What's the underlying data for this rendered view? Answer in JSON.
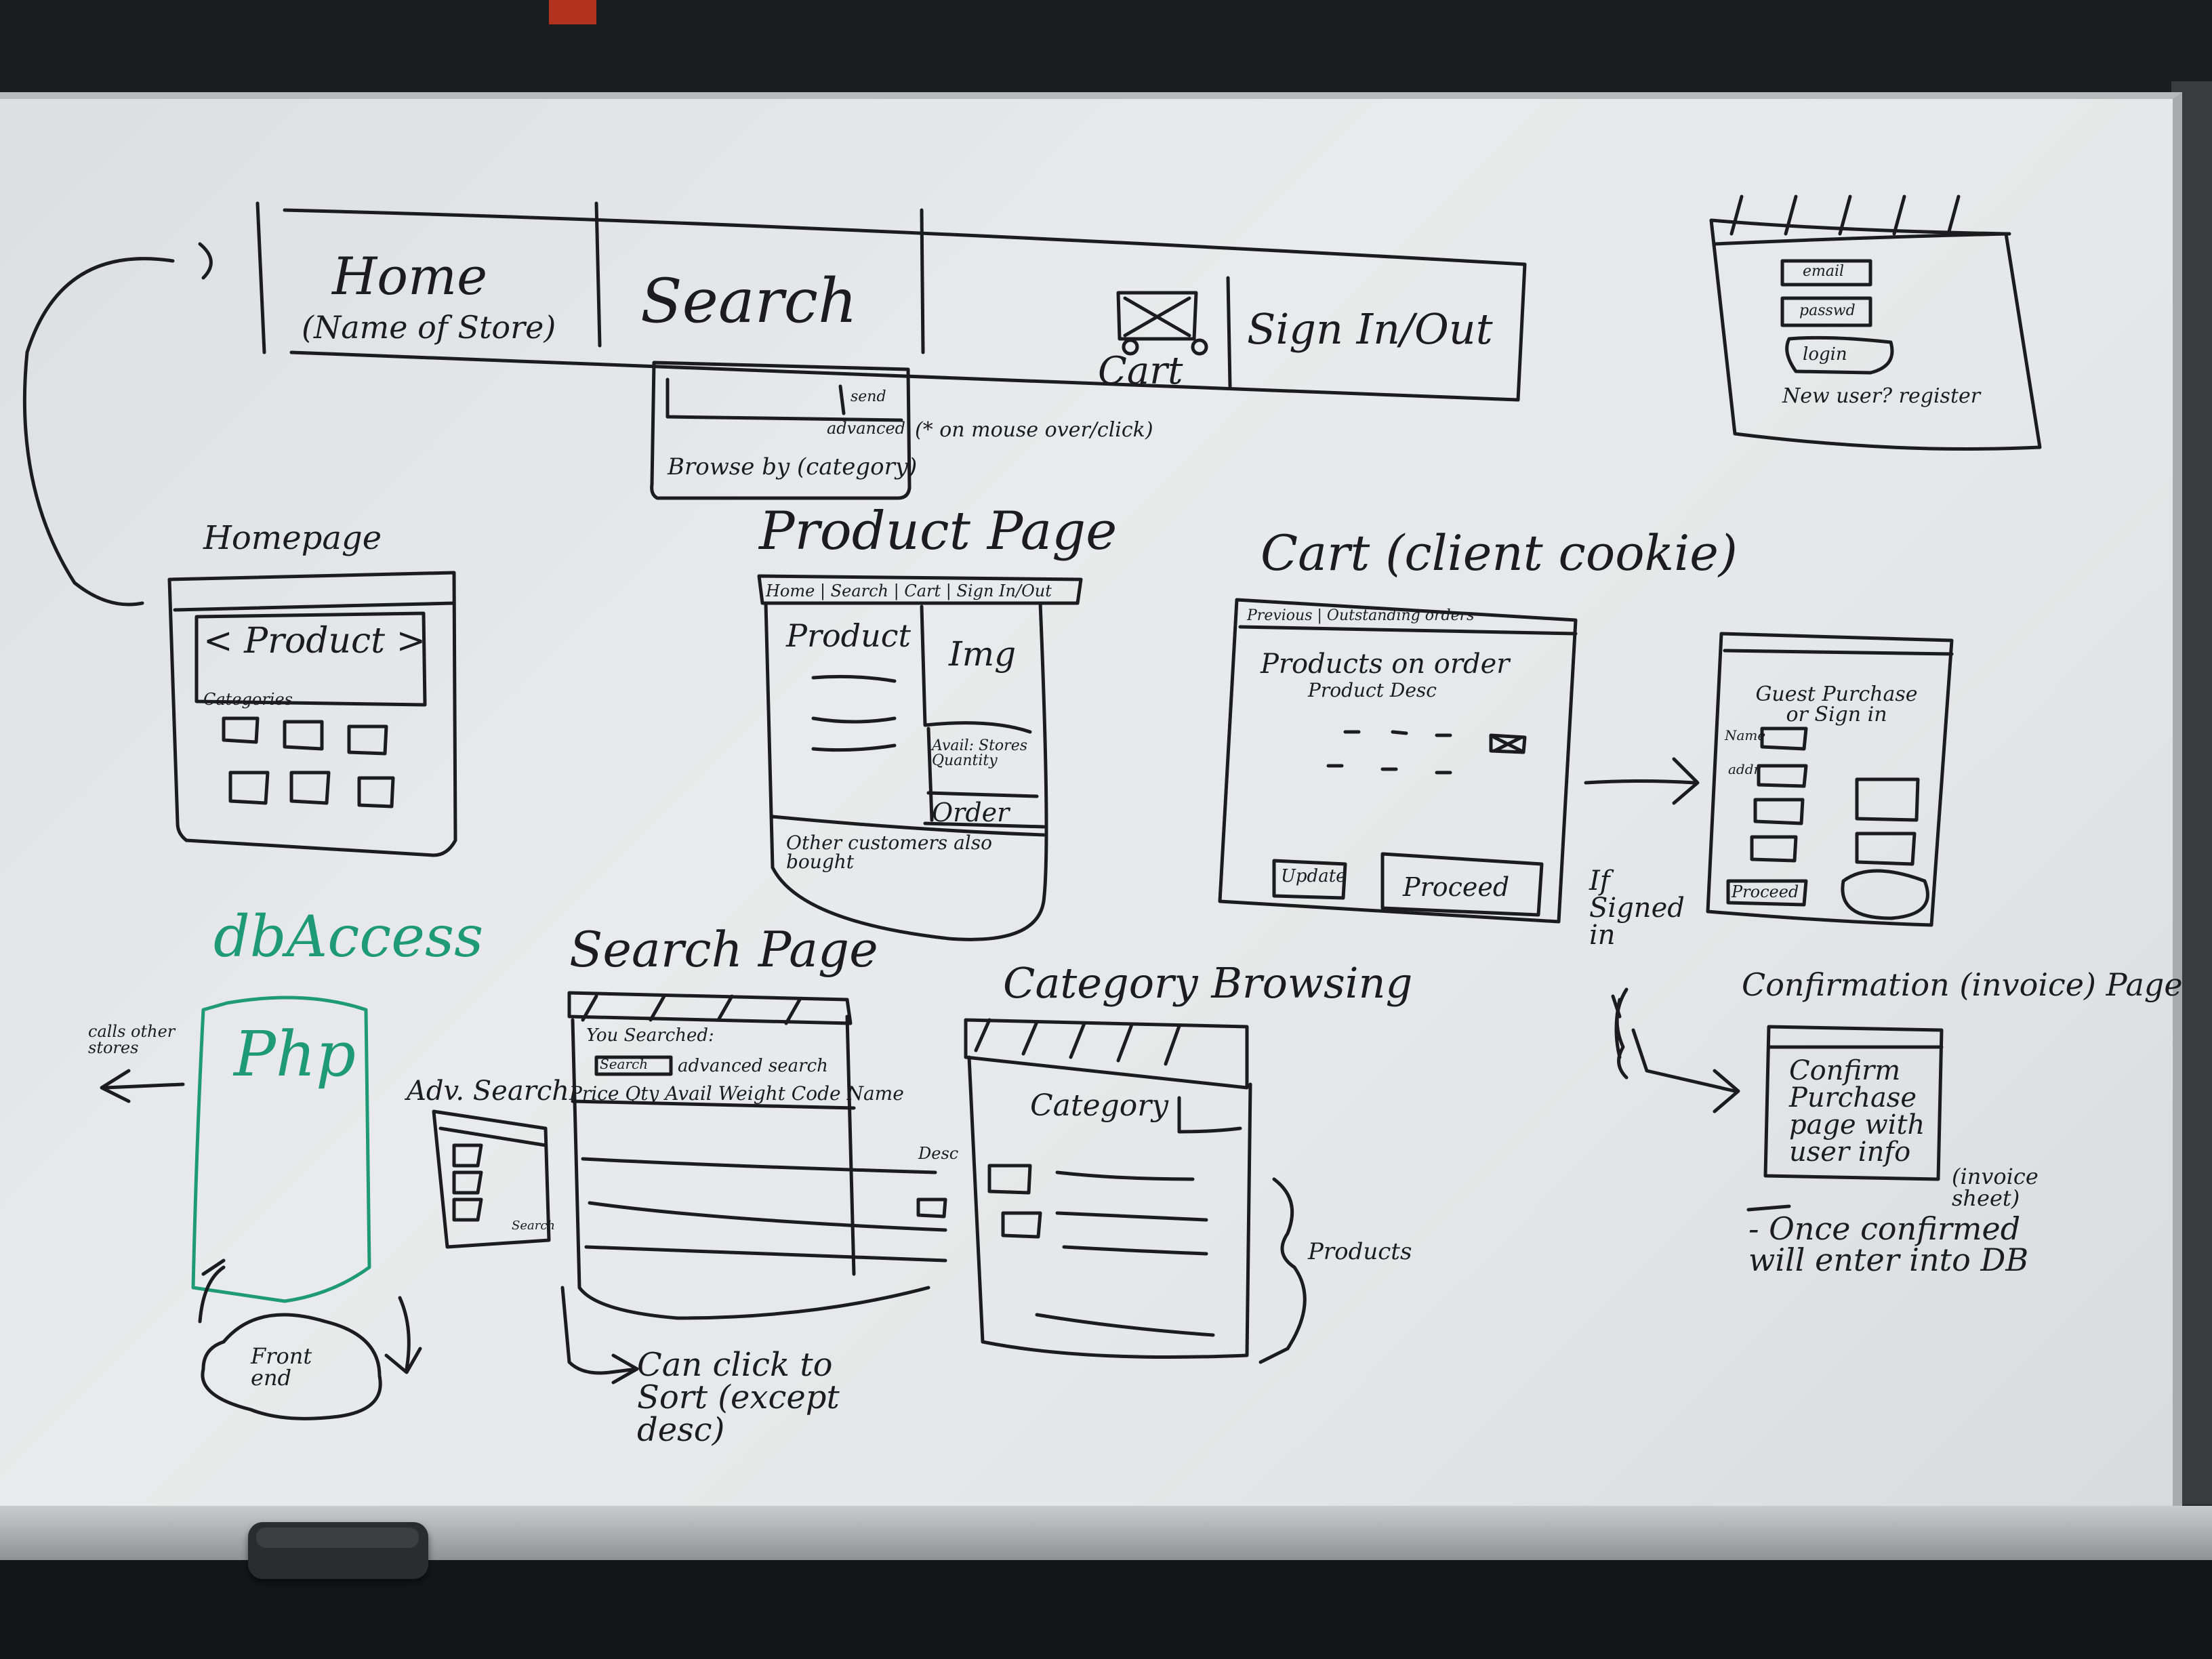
{
  "nav_sketch": {
    "home": "Home",
    "home_sub": "(Name of Store)",
    "search": "Search",
    "send": "send",
    "advanced": "advanced",
    "browse": "Browse by (category)",
    "mouse_note": "(* on mouse over/click)",
    "cart": "Cart",
    "sign_in_out": "Sign In/Out"
  },
  "login_box": {
    "email": "email",
    "password": "passwd",
    "login": "login",
    "new_user": "New user? register"
  },
  "homepage": {
    "title": "Homepage",
    "product": "< Product >",
    "categories": "Categories"
  },
  "product_page": {
    "title": "Product Page",
    "nav": "Home | Search | Cart | Sign In/Out",
    "product": "Product",
    "img": "Img",
    "avail": "Avail: Stores Quantity",
    "order": "Order",
    "also_bought": "Other customers also bought"
  },
  "cart_page": {
    "title": "Cart (client cookie)",
    "nav": "Previous | Outstanding orders",
    "products": "Products on order",
    "columns": "Product  Desc",
    "update": "Update",
    "proceed": "Proceed"
  },
  "guest_page": {
    "title": "Guest Purchase or Sign in",
    "name": "Name",
    "address": "addr",
    "proceed": "Proceed"
  },
  "if_signed_in": "If Signed in",
  "confirmation": {
    "title": "Confirmation (invoice) Page",
    "body": "Confirm Purchase page with user info",
    "invoice": "(invoice sheet)",
    "note": "- Once confirmed will enter into DB"
  },
  "db_access": {
    "title": "dbAccess",
    "php": "Php",
    "calls": "calls other stores",
    "front_end": "Front end"
  },
  "search_page": {
    "title": "Search Page",
    "you_searched": "You Searched:",
    "search_btn": "Search",
    "advanced": "advanced search",
    "columns": "Price  Qty  Avail  Weight  Code  Name",
    "desc": "Desc",
    "adv_search": "Adv. Search",
    "adv_btn": "Search",
    "sort_note": "Can click to Sort (except desc)"
  },
  "category_page": {
    "title": "Category Browsing",
    "category": "Category",
    "products": "Products"
  }
}
